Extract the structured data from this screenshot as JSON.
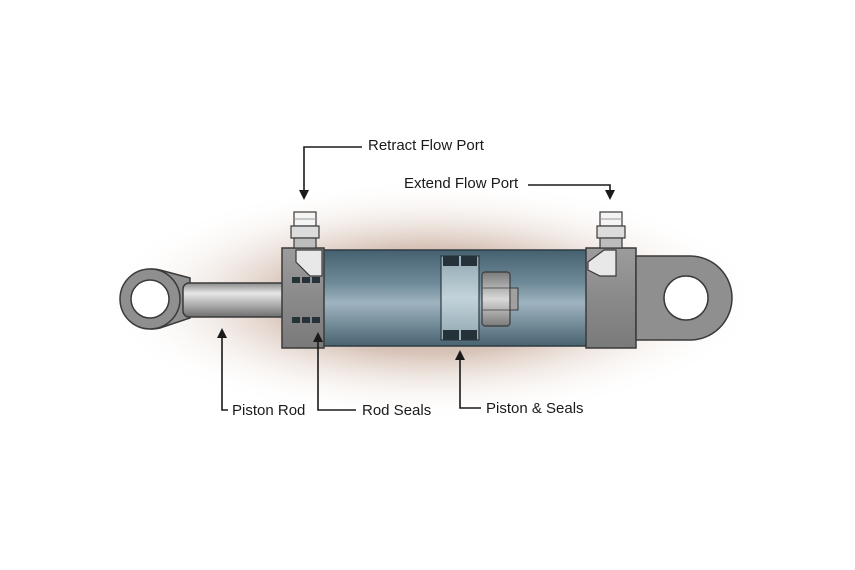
{
  "diagram": {
    "labels": {
      "retract_flow_port": "Retract Flow Port",
      "extend_flow_port": "Extend Flow Port",
      "piston_rod": "Piston Rod",
      "rod_seals": "Rod Seals",
      "piston_and_seals": "Piston & Seals"
    },
    "colors": {
      "barrel": "#5d7785",
      "barrel_highlight": "#9fb4c0",
      "end_cap": "#8f8f8f",
      "rod": "#a9a9a9",
      "seal": "#26323a",
      "glow": "#9a6e55",
      "leader": "#1a1a1a"
    }
  }
}
